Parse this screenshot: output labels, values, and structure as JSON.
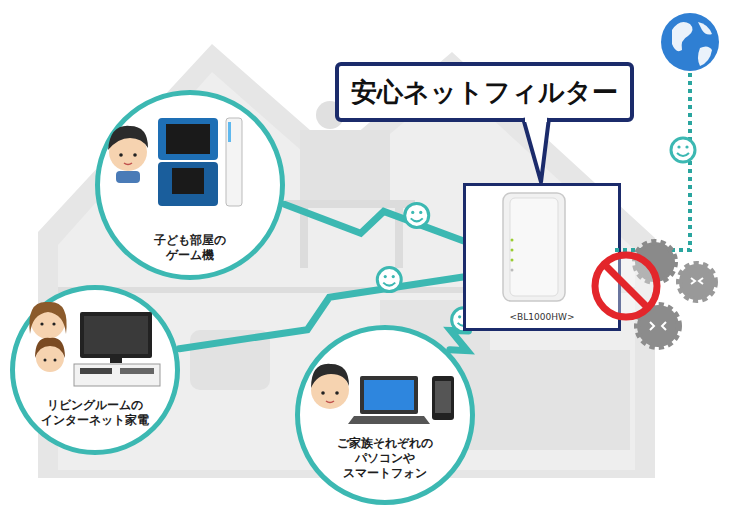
{
  "diagram": {
    "nodes": [
      {
        "text": [
          "安心ネットフィルター"
        ]
      },
      {
        "text": [
          "<BL1000HW>"
        ]
      },
      {
        "text": [
          "子ども部屋の ゲーム機"
        ]
      },
      {
        "text": [
          "リビングルームの インターネット家電"
        ]
      },
      {
        "text": [
          "ご家族それぞれの パソコンや スマートフォン"
        ]
      }
    ],
    "edges": [
      {
        "from": 1,
        "to": 2,
        "arrow": "none"
      },
      {
        "from": 1,
        "to": 3,
        "arrow": "none"
      },
      {
        "from": 1,
        "to": 4,
        "arrow": "none"
      }
    ]
  }
}
